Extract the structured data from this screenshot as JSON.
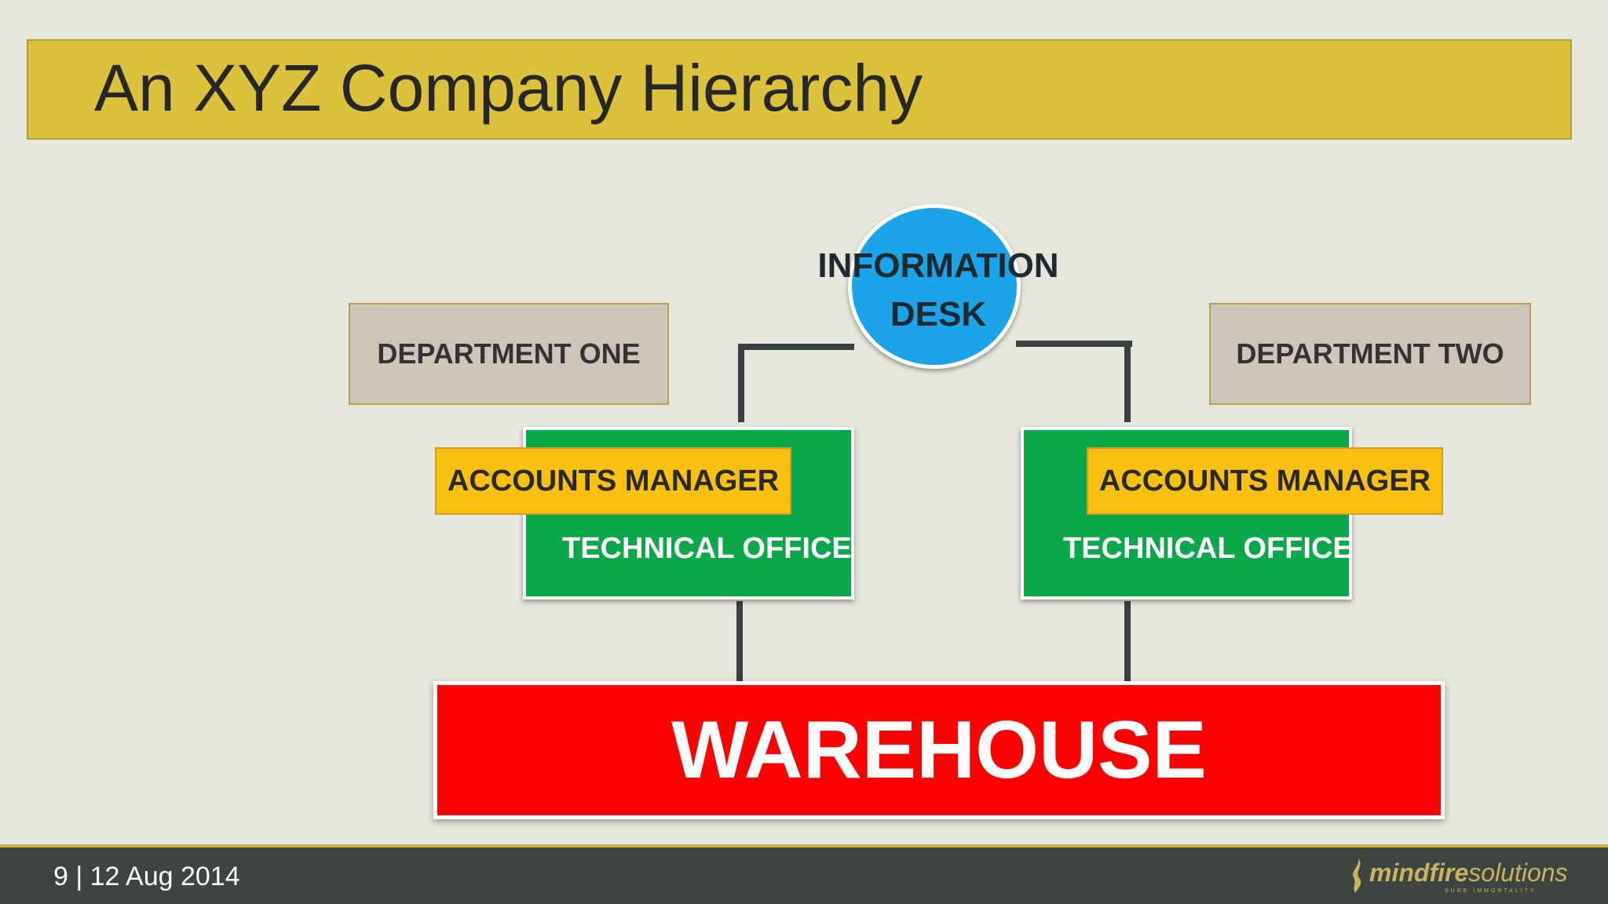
{
  "slide": {
    "title": "An XYZ Company Hierarchy"
  },
  "diagram": {
    "info_desk": {
      "line1": "INFORMATION",
      "line2": "DESK"
    },
    "departments": [
      {
        "label": "DEPARTMENT ONE"
      },
      {
        "label": "DEPARTMENT TWO"
      }
    ],
    "offices": [
      {
        "manager": "ACCOUNTS MANAGER",
        "office": "TECHNICAL OFFICE"
      },
      {
        "manager": "ACCOUNTS MANAGER",
        "office": "TECHNICAL OFFICE"
      }
    ],
    "warehouse": "WAREHOUSE"
  },
  "footer": {
    "page_date": "9 | 12 Aug 2014",
    "logo_part1": "mindfire",
    "logo_part2": "solutions",
    "logo_tagline": "SURE IMMORTALITY"
  },
  "colors": {
    "title_bar": "#dcc23c",
    "info_desk": "#1ba4e8",
    "technical_office": "#0aa84a",
    "accounts_manager": "#fac010",
    "warehouse": "#ff0000",
    "department": "#cbc6b9",
    "footer": "#3e4540"
  }
}
